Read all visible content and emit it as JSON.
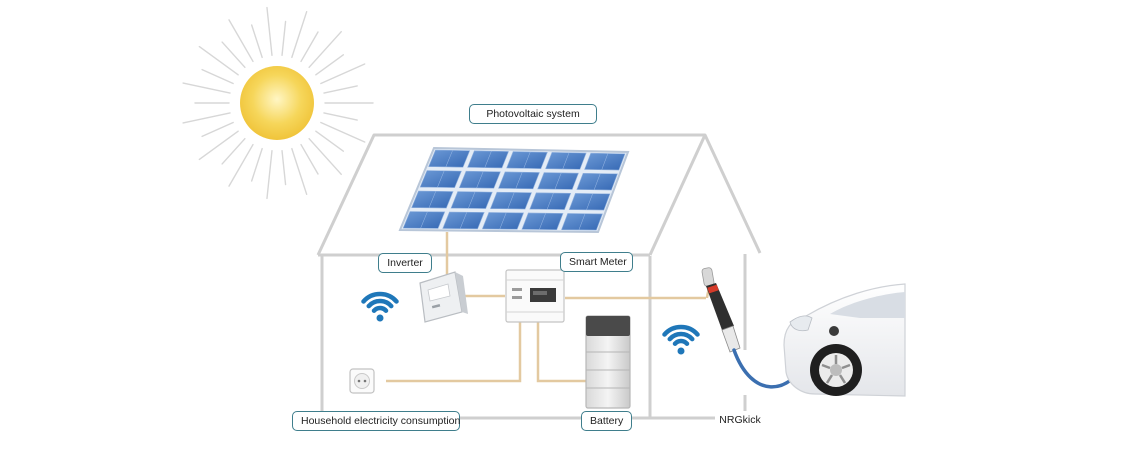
{
  "labels": {
    "photovoltaic_system": "Photovoltaic system",
    "inverter": "Inverter",
    "smart_meter": "Smart Meter",
    "household": "Household electricity consumption",
    "battery": "Battery",
    "nrgkick": "NRGkick"
  },
  "colors": {
    "house_outline": "#cfcfcf",
    "wire": "#e3c9a0",
    "label_border": "#3f7e8c",
    "wifi": "#1f77b9",
    "panel": "#4a7fc6",
    "sun": "#f6d65a",
    "car_cable": "#3b6fb0"
  },
  "icons": [
    "sun-icon",
    "solar-panel-icon",
    "inverter-icon",
    "smart-meter-icon",
    "battery-icon",
    "wall-socket-icon",
    "wifi-icon",
    "ev-charger-plug-icon",
    "electric-car-icon"
  ]
}
